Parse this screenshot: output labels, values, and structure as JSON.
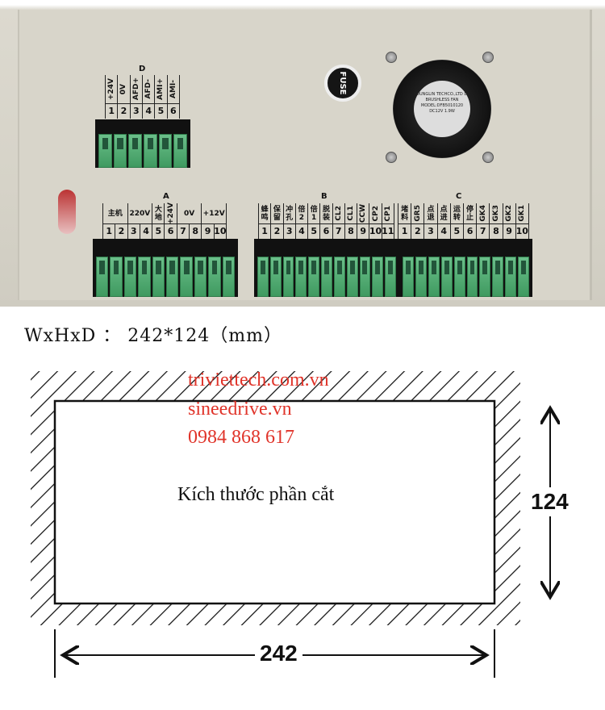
{
  "terminals": {
    "D": {
      "title": "D",
      "heads": [
        {
          "t": "+24V",
          "s": 1,
          "v": 1
        },
        {
          "t": "0V",
          "s": 1,
          "v": 1
        },
        {
          "t": "AFD+",
          "s": 1,
          "v": 1
        },
        {
          "t": "AFD-",
          "s": 1,
          "v": 1
        },
        {
          "t": "AMI+",
          "s": 1,
          "v": 1
        },
        {
          "t": "AMI-",
          "s": 1,
          "v": 1
        }
      ],
      "nums": [
        "1",
        "2",
        "3",
        "4",
        "5",
        "6"
      ]
    },
    "A": {
      "title": "A",
      "heads": [
        {
          "t": "主机",
          "s": 2
        },
        {
          "t": "220V",
          "s": 2
        },
        {
          "t": "大地",
          "s": 1
        },
        {
          "t": "+24V",
          "s": 1,
          "v": 1
        },
        {
          "t": "0V",
          "s": 2
        },
        {
          "t": "+12V",
          "s": 2
        }
      ],
      "nums": [
        "1",
        "2",
        "3",
        "4",
        "5",
        "6",
        "7",
        "8",
        "9",
        "10"
      ]
    },
    "B": {
      "title": "B",
      "heads": [
        {
          "t": "蜂鸣",
          "s": 1
        },
        {
          "t": "保留",
          "s": 1
        },
        {
          "t": "冲孔",
          "s": 1
        },
        {
          "t": "倍2",
          "s": 1
        },
        {
          "t": "倍1",
          "s": 1
        },
        {
          "t": "脱装",
          "s": 1
        },
        {
          "t": "CL2",
          "s": 1,
          "v": 1
        },
        {
          "t": "CL1",
          "s": 1,
          "v": 1
        },
        {
          "t": "CCW",
          "s": 1,
          "v": 1
        },
        {
          "t": "CP2",
          "s": 1,
          "v": 1
        },
        {
          "t": "CP1",
          "s": 1,
          "v": 1
        }
      ],
      "nums": [
        "1",
        "2",
        "3",
        "4",
        "5",
        "6",
        "7",
        "8",
        "9",
        "10",
        "11"
      ]
    },
    "C": {
      "title": "C",
      "heads": [
        {
          "t": "堵料",
          "s": 1
        },
        {
          "t": "GR5",
          "s": 1,
          "v": 1
        },
        {
          "t": "点退",
          "s": 1
        },
        {
          "t": "点进",
          "s": 1
        },
        {
          "t": "运转",
          "s": 1
        },
        {
          "t": "停止",
          "s": 1
        },
        {
          "t": "GK4",
          "s": 1,
          "v": 1
        },
        {
          "t": "GK3",
          "s": 1,
          "v": 1
        },
        {
          "t": "GK2",
          "s": 1,
          "v": 1
        },
        {
          "t": "GK1",
          "s": 1,
          "v": 1
        }
      ],
      "nums": [
        "1",
        "2",
        "3",
        "4",
        "5",
        "6",
        "7",
        "8",
        "9",
        "10"
      ]
    }
  },
  "fuse_label": "FUSE",
  "fan_label": "YOUNGLIN TECHCO.,LTD DC BRUSHLESS FAN MODEL:DFB5010120 DC12V 1.9W",
  "dimensions_text": "WxHxD ： 242*124（mm）",
  "watermark": [
    "triviettech.com.vn",
    "sineedrive.vn",
    "0984 868 617"
  ],
  "cutout_label": "Kích thước phần cắt",
  "height_value": "124",
  "width_value": "242"
}
